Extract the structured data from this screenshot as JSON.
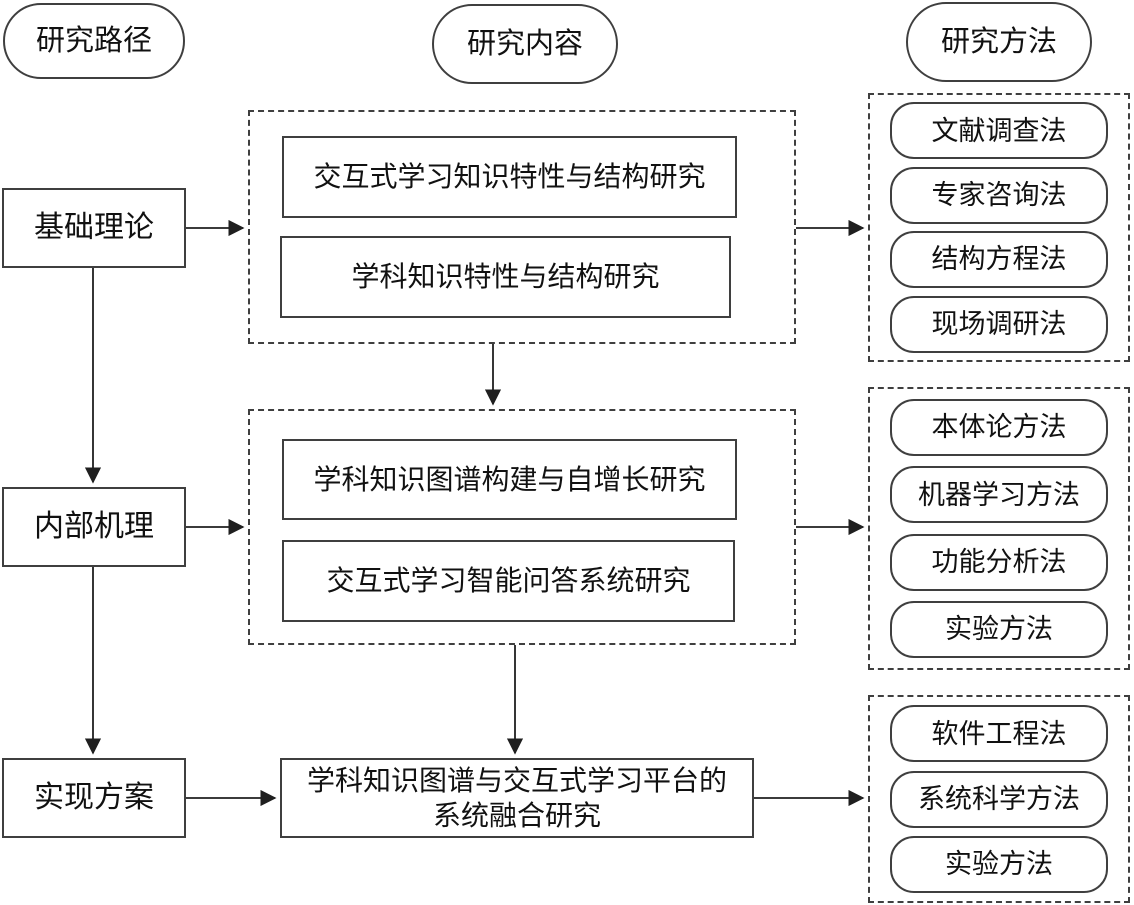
{
  "diagram": {
    "headers": [
      "研究路径",
      "研究内容",
      "研究方法"
    ],
    "stages": [
      "基础理论",
      "内部机理",
      "实现方案"
    ],
    "content_groups": [
      {
        "items": [
          "交互式学习知识特性与结构研究",
          "学科知识特性与结构研究"
        ]
      },
      {
        "items": [
          "学科知识图谱构建与自增长研究",
          "交互式学习智能问答系统研究"
        ]
      },
      {
        "items": [
          "学科知识图谱与交互式学习平台的\n系统融合研究"
        ]
      }
    ],
    "method_groups": [
      {
        "items": [
          "文献调查法",
          "专家咨询法",
          "结构方程法",
          "现场调研法"
        ]
      },
      {
        "items": [
          "本体论方法",
          "机器学习方法",
          "功能分析法",
          "实验方法"
        ]
      },
      {
        "items": [
          "软件工程法",
          "系统科学方法",
          "实验方法"
        ]
      }
    ],
    "colors": {
      "line": "#3f3f3f",
      "arrow": "#1f1f1f",
      "text": "#111111",
      "background": "#ffffff"
    }
  }
}
